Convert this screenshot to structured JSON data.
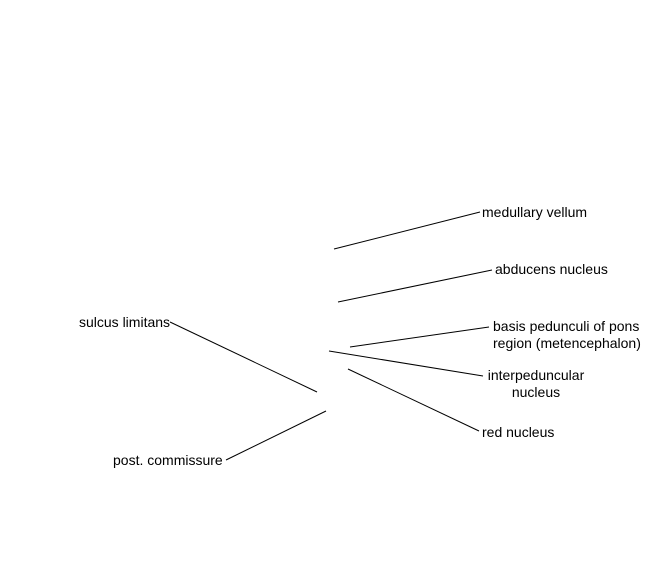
{
  "labels": {
    "medullary_vellum": "medullary vellum",
    "abducens_nucleus": "abducens nucleus",
    "basis_pedunculi": [
      "basis pedunculi of pons",
      "region (metencephalon)"
    ],
    "interpeduncular_nucleus": [
      "interpeduncular",
      "nucleus"
    ],
    "red_nucleus": "red nucleus",
    "sulcus_limitans": "sulcus limitans",
    "post_commissure": "post. commissure"
  },
  "colors": {
    "background": "#ffffff",
    "line": "#000000",
    "text": "#000000"
  }
}
